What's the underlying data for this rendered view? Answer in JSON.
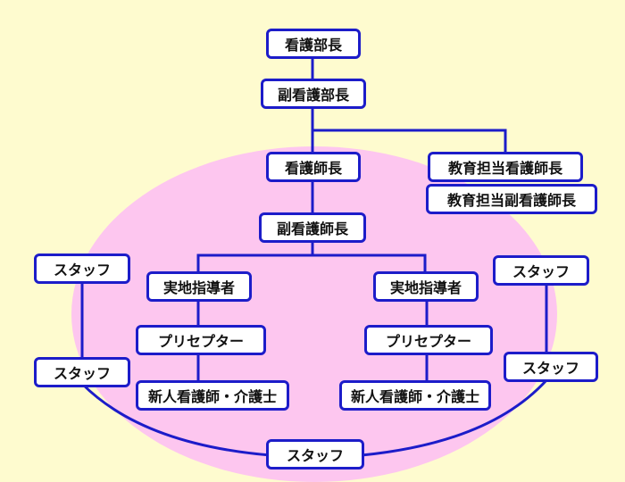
{
  "colors": {
    "background": "#fefbcf",
    "ellipse_fill": "#fdc6ef",
    "line": "#1c1cc9",
    "box_fill": "#ffffff",
    "text": "#111111"
  },
  "nodes": {
    "head_nurse_director": "看護部長",
    "deputy_head_nurse_director": "副看護部長",
    "head_nurse": "看護師長",
    "education_head_nurse": "教育担当看護師長",
    "education_deputy_head_nurse": "教育担当副看護師長",
    "deputy_head_nurse": "副看護師長",
    "field_instructor_left": "実地指導者",
    "field_instructor_right": "実地指導者",
    "preceptor_left": "プリセプター",
    "preceptor_right": "プリセプター",
    "new_staff_left": "新人看護師・介護士",
    "new_staff_right": "新人看護師・介護士",
    "staff_left_top": "スタッフ",
    "staff_left_bottom": "スタッフ",
    "staff_right_top": "スタッフ",
    "staff_right_bottom": "スタッフ",
    "staff_bottom": "スタッフ"
  }
}
